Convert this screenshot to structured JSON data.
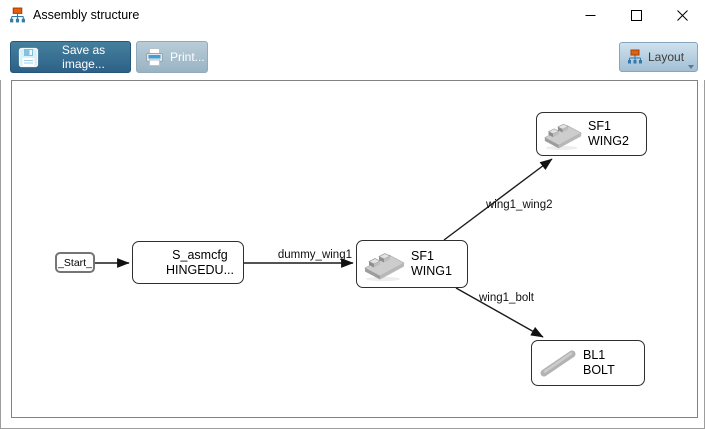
{
  "window": {
    "title": "Assembly structure"
  },
  "toolbar": {
    "save_label": "Save as image...",
    "print_label": "Print...",
    "layout_label": "Layout"
  },
  "diagram": {
    "nodes": {
      "start": {
        "label": "_Start_"
      },
      "asmcfg": {
        "line1": "S_asmcfg",
        "line2": "HINGEDU..."
      },
      "wing1": {
        "line1": "SF1",
        "line2": "WING1",
        "icon": "wing-part-icon"
      },
      "wing2": {
        "line1": "SF1",
        "line2": "WING2",
        "icon": "wing-part-icon"
      },
      "bolt": {
        "line1": "BL1",
        "line2": "BOLT",
        "icon": "bolt-rod-icon"
      }
    },
    "edges": {
      "asmcfg_wing1": {
        "label": "dummy_wing1"
      },
      "wing1_wing2": {
        "label": "wing1_wing2"
      },
      "wing1_bolt": {
        "label": "wing1_bolt"
      }
    }
  },
  "icons": {
    "titlebar": "assembly-tree-icon",
    "save": "floppy-disk-icon",
    "print": "printer-icon",
    "layout": "org-chart-icon",
    "layout_caret": "dropdown-caret-icon",
    "minimize": "minimize-icon",
    "maximize": "maximize-icon",
    "close": "close-icon"
  },
  "colors": {
    "save_button": "#31678c",
    "print_button": "#a5bccb",
    "layout_button": "#b7cfe0",
    "canvas_border": "#828282",
    "node_border": "#2f2f2f",
    "edge": "#1a1a1a",
    "icon_orange": "#e55f0c",
    "icon_blue": "#3579a8"
  }
}
